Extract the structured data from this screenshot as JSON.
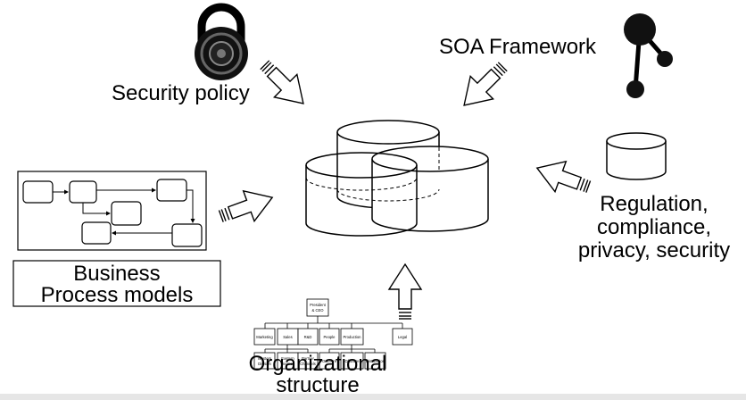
{
  "labels": {
    "security_policy": "Security policy",
    "soa_framework": "SOA Framework",
    "regulation_line1": "Regulation,",
    "regulation_line2": "compliance,",
    "regulation_line3": "privacy, security",
    "business_line1": "Business",
    "business_line2": "Process models",
    "org_line1": "Organizational",
    "org_line2": "structure"
  },
  "org_chart": {
    "top": [
      "President",
      "& CEO"
    ],
    "level2": [
      "Marketing",
      "Sales",
      "R&D",
      "People",
      "Production",
      "Legal"
    ],
    "level3": [
      [
        "Western",
        "Division"
      ],
      [
        "Eastern",
        "Division"
      ],
      [
        "Partner",
        "Channels"
      ],
      [
        "Onshore"
      ],
      [
        "Offshore"
      ],
      [
        "Distribution"
      ]
    ]
  },
  "icons": {
    "security": "padlock-icon",
    "soa": "molecule-network-icon",
    "regulation": "database-cylinder-icon",
    "central": "data-repository-cylinders-icon"
  }
}
